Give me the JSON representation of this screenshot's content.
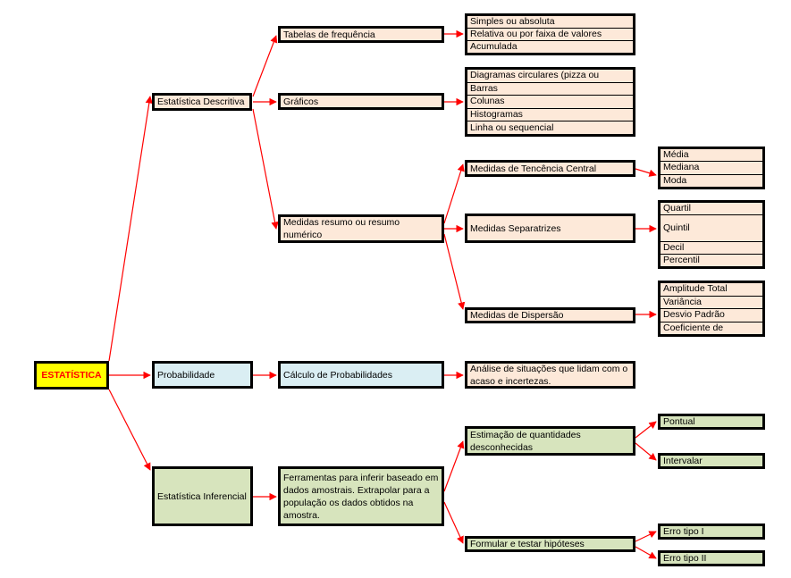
{
  "root": "ESTATÍSTICA",
  "descritiva": {
    "label": "Estatística Descritiva",
    "tabelas": {
      "label": "Tabelas de frequência",
      "items": [
        "Simples ou absoluta",
        "Relativa ou por faixa de valores",
        "Acumulada"
      ]
    },
    "graficos": {
      "label": "Gráficos",
      "items": [
        "Diagramas circulares (pizza ou",
        "Barras",
        "Colunas",
        "Histogramas",
        "Linha ou sequencial"
      ]
    },
    "medidas": {
      "label": "Medidas resumo ou resumo numérico",
      "tendencia": {
        "label": "Medidas de Tencência Central",
        "items": [
          "Média",
          "Mediana",
          "Moda"
        ]
      },
      "separatrizes": {
        "label": "Medidas Separatrizes",
        "items": [
          "Quartil",
          "Quintil",
          "Decil",
          "Percentil"
        ]
      },
      "dispersao": {
        "label": "Medidas de Dispersão",
        "items": [
          "Amplitude Total",
          "Variância",
          "Desvio Padrão",
          "Coeficiente de"
        ]
      }
    }
  },
  "probabilidade": {
    "label": "Probabilidade",
    "calculo": "Cálculo de Probabilidades",
    "analise": "Análise de situações que lidam com o acaso e incertezas."
  },
  "inferencial": {
    "label": "Estatística Inferencial",
    "ferramentas": "Ferramentas para inferir baseado em dados amostrais. Extrapolar para a população os dados obtidos na amostra.",
    "estimacao": {
      "label": "Estimação de quantidades desconhecidas",
      "items": [
        "Pontual",
        "Intervalar"
      ]
    },
    "hipoteses": {
      "label": "Formular e testar hipóteses",
      "items": [
        "Erro tipo I",
        "Erro tipo II"
      ]
    }
  },
  "colors": {
    "arrow": "#ff0000",
    "peach": "#fde9d9",
    "blue": "#daeef3",
    "green": "#d7e4bd",
    "root_fill": "#ffff00",
    "root_text": "#ff0000"
  }
}
